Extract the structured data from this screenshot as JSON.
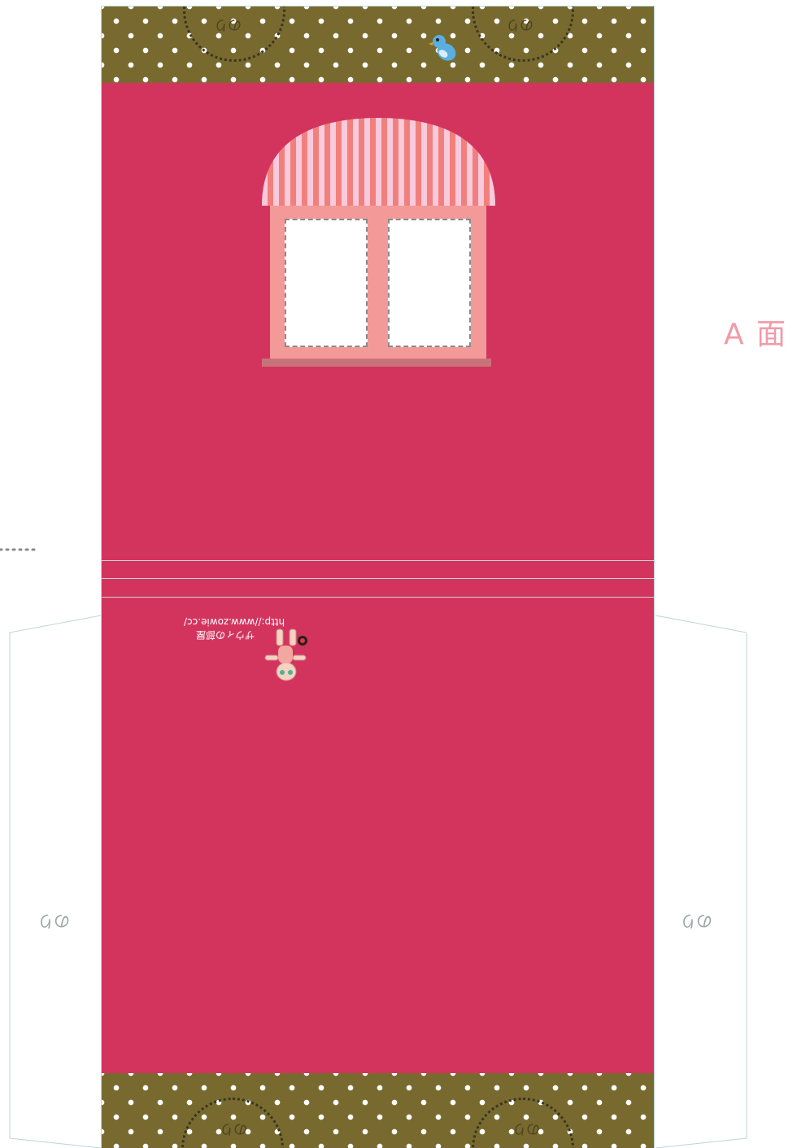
{
  "labels": {
    "glue": "のり",
    "side": "A 面"
  },
  "credit": {
    "site_name": "ザウィの部屋",
    "url": "http://www.zowie.cc/"
  },
  "colors": {
    "panel": "#d3345e",
    "dots_bg": "#786a2f",
    "awning_light": "#f9c9dc",
    "awning_dark": "#f1807c",
    "window_frame": "#f39a98",
    "sill": "#c8737a",
    "side_label": "#f29aa8"
  },
  "icons": [
    "bird-icon",
    "bunny-character-icon"
  ]
}
